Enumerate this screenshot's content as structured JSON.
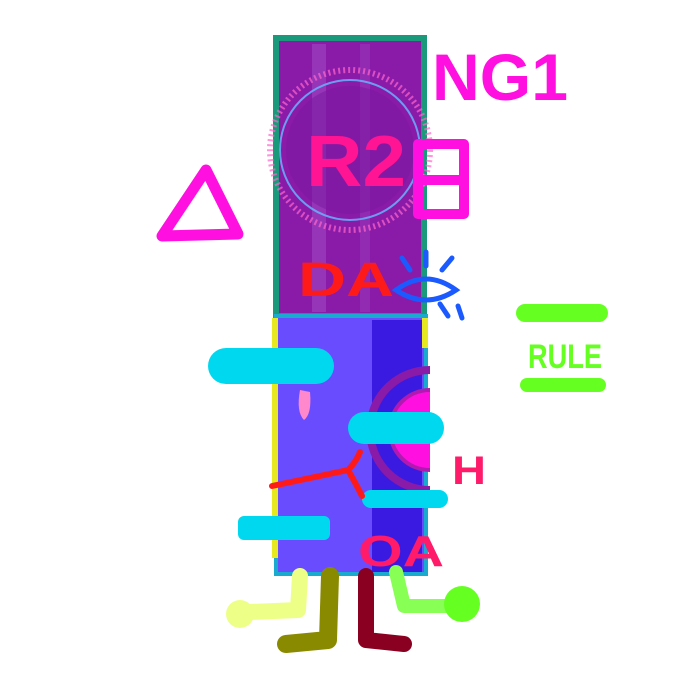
{
  "labels": {
    "top_right": "NG1",
    "badge": "RULE",
    "center_scrawl": "R2",
    "upper_face_text": "DA",
    "lower_face_text": "OA",
    "small_letter": "H"
  },
  "colors": {
    "magenta": "#ff10e0",
    "hot_pink": "#ff1493",
    "red": "#ff1a1a",
    "teal_frame": "#1a9a7a",
    "upper_panel": "#8a1aa8",
    "lower_panel": "#6a4cff",
    "lower_inner_panel": "#3a1ae0",
    "cyan_bar": "#00d8f0",
    "lime": "#66ff22",
    "blue_eye": "#1a5aff",
    "yellow_trim": "#e8e820",
    "leg_left": "#eeff88",
    "leg_mid": "#8a8a00",
    "leg_right_dark": "#8a0020",
    "leg_right_light": "#88ff55"
  },
  "icons": {
    "triangle": "triangle-outline-icon",
    "eye": "eye-icon",
    "dial": "radial-dial-icon"
  }
}
